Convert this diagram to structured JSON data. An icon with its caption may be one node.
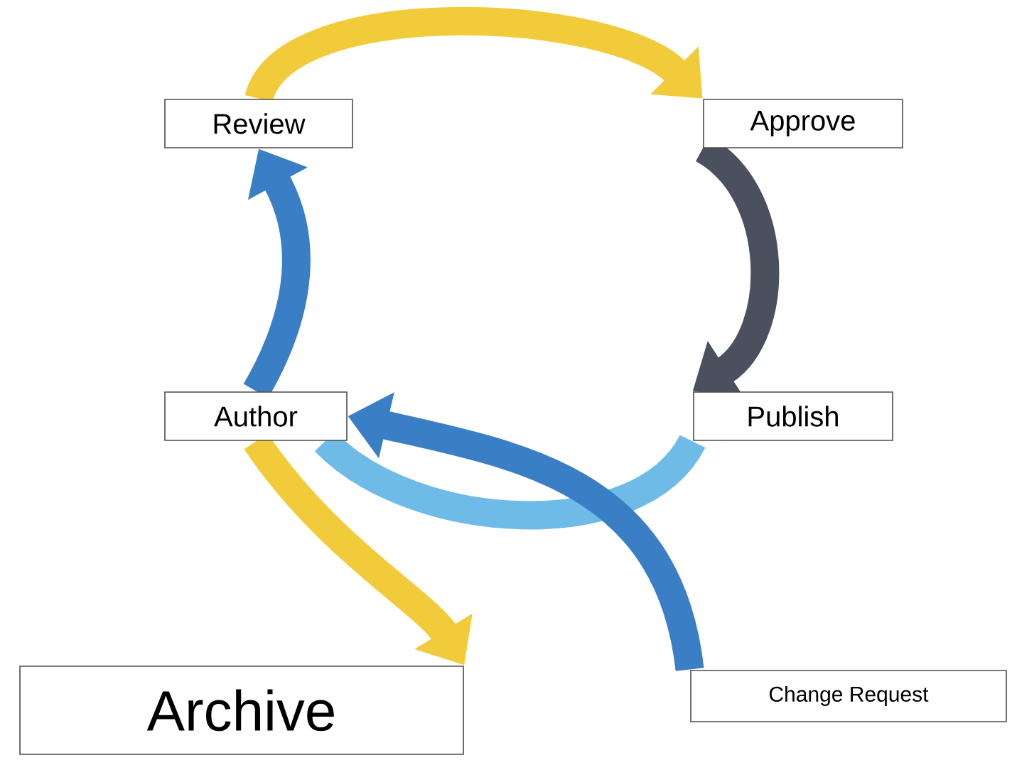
{
  "diagram": {
    "nodes": [
      {
        "text": [
          "Review"
        ]
      },
      {
        "text": [
          "Approve"
        ]
      },
      {
        "text": [
          "Publish"
        ]
      },
      {
        "text": [
          "Author"
        ]
      },
      {
        "text": [
          "Archive"
        ]
      },
      {
        "text": [
          "Change Request"
        ]
      }
    ],
    "edges": [
      {
        "from": 0,
        "to": 1,
        "arrow": "to",
        "color": "#f2cb3a"
      },
      {
        "from": 1,
        "to": 2,
        "arrow": "to",
        "color": "#4b505e"
      },
      {
        "from": 2,
        "to": 3,
        "arrow": "none",
        "color": "#6fbbe8"
      },
      {
        "from": 3,
        "to": 0,
        "arrow": "to",
        "color": "#3a7ec6"
      },
      {
        "from": 5,
        "to": 3,
        "arrow": "to",
        "color": "#3a7ec6"
      },
      {
        "from": 3,
        "to": 4,
        "arrow": "to",
        "color": "#f2cb3a"
      }
    ]
  }
}
